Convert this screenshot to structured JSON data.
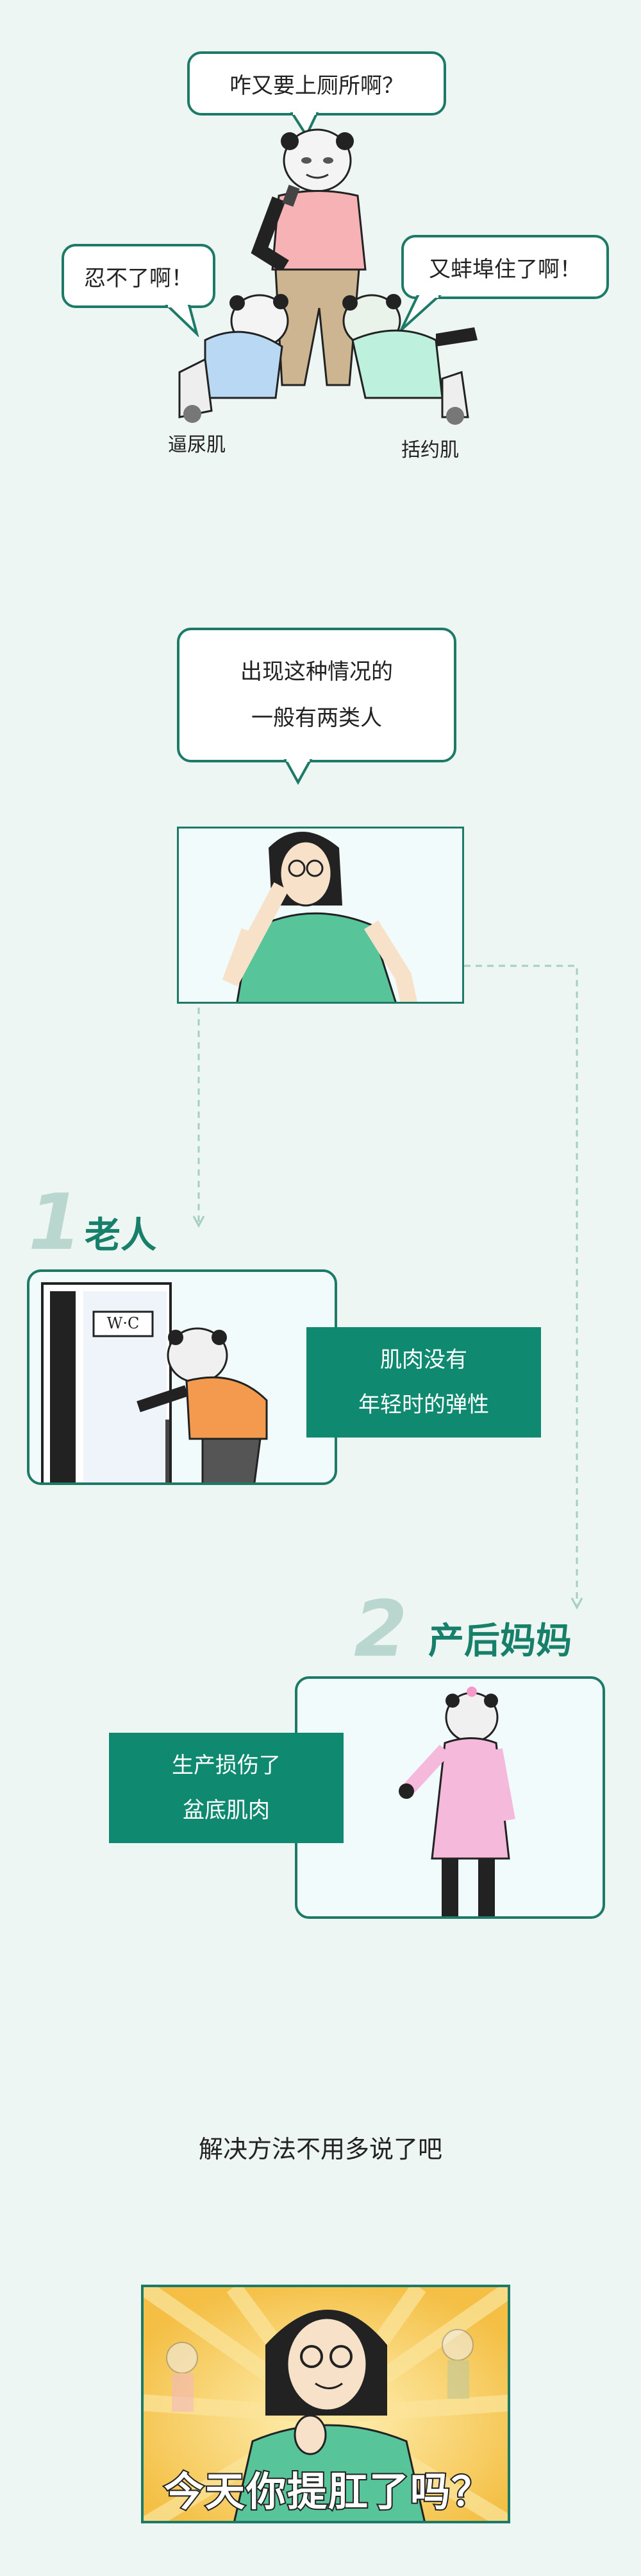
{
  "top_scene": {
    "bubble_top": "咋又要上厕所啊？",
    "bubble_left": "忍不了啊！",
    "bubble_right": "又蚌埠住了啊！",
    "label_left": "逼尿肌",
    "label_right": "括约肌"
  },
  "intro": {
    "bubble_line1": "出现这种情况的",
    "bubble_line2": "一般有两类人"
  },
  "section1": {
    "number": "1",
    "title": "老人",
    "door_sign": "W·C",
    "box_line1": "肌肉没有",
    "box_line2": "年轻时的弹性"
  },
  "section2": {
    "number": "2",
    "title": "产后妈妈",
    "box_line1": "生产损伤了",
    "box_line2": "盆底肌肉"
  },
  "conclusion": "解决方法不用多说了吧",
  "bottom_caption": "今天你提肛了吗？",
  "colors": {
    "teal": "#1c7a66",
    "teal_fill": "#0f8a70",
    "background": "#eef6f3"
  }
}
